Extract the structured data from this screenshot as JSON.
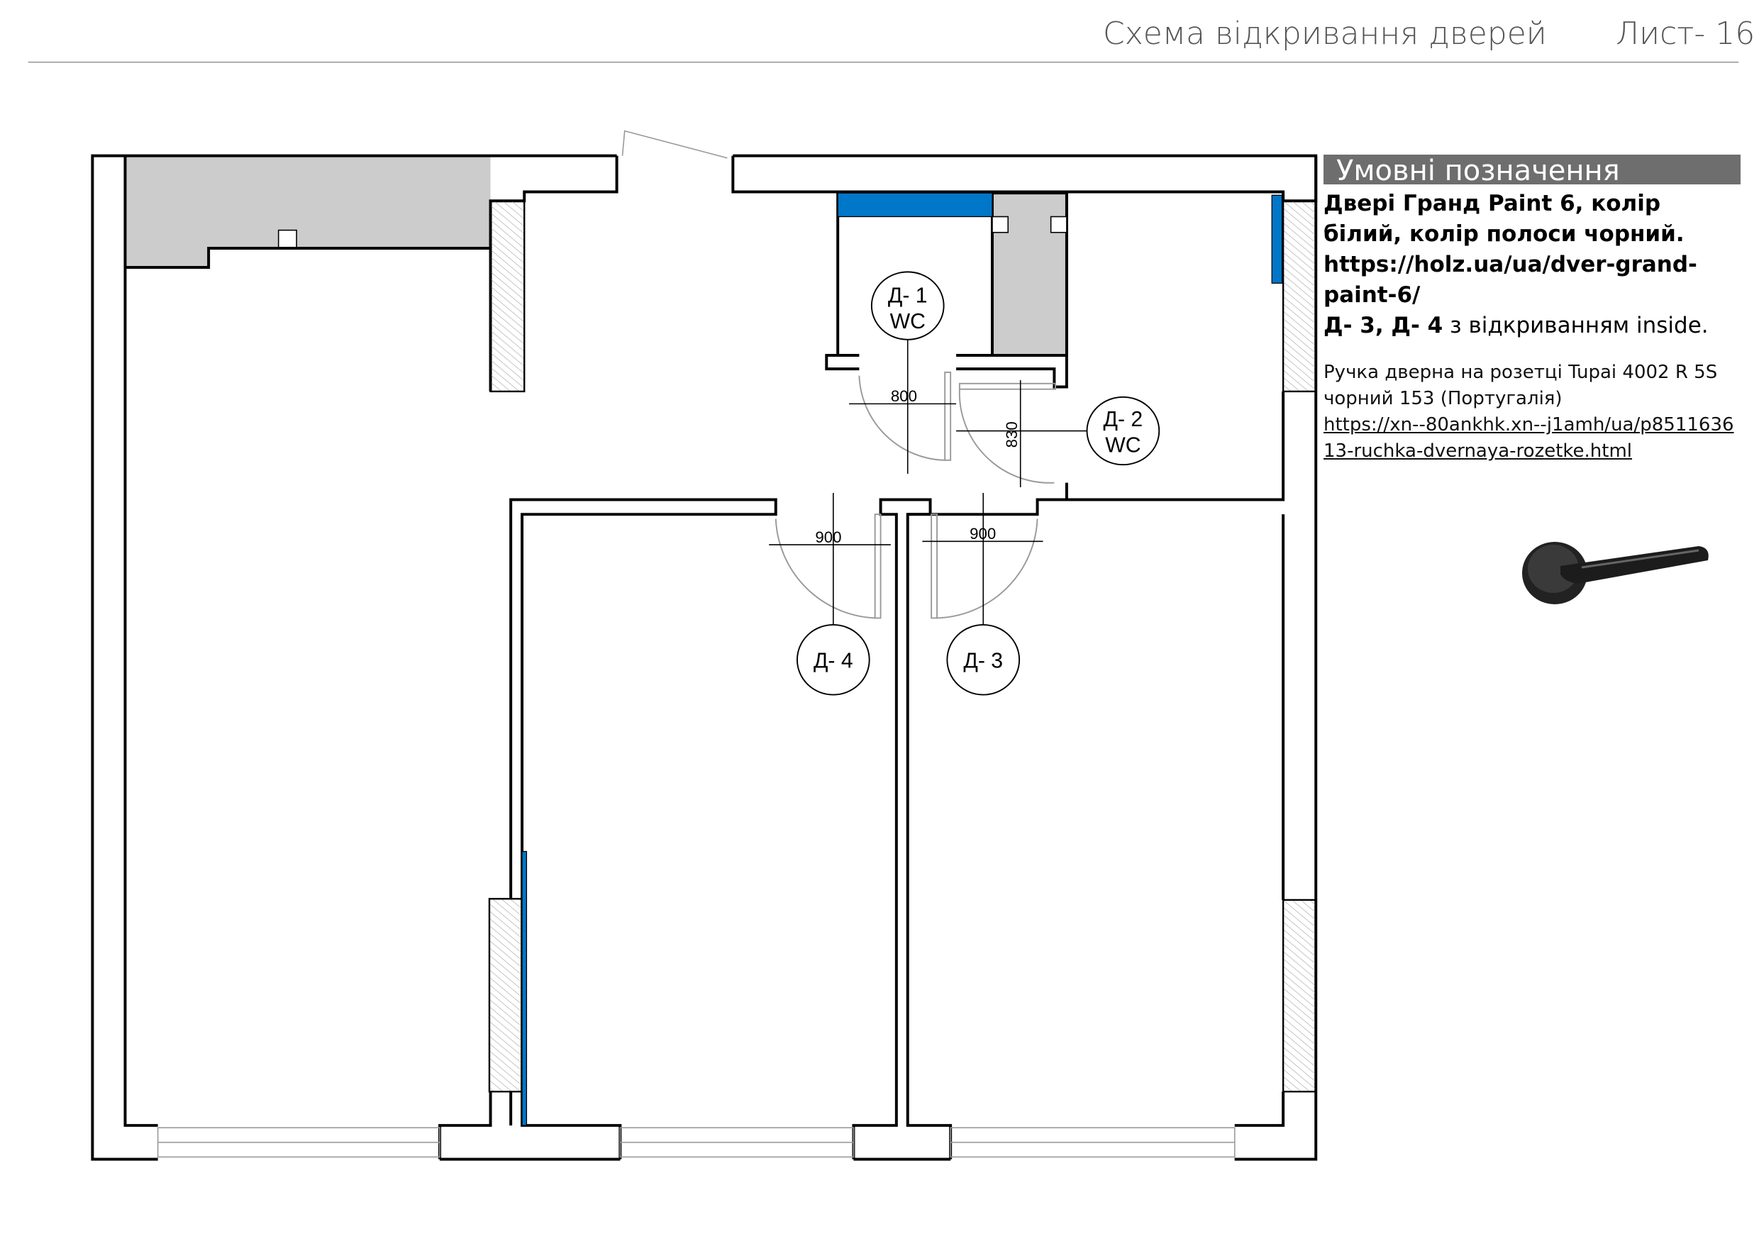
{
  "header": {
    "title": "Схема відкривання дверей",
    "sheet": "Лист- 16"
  },
  "doors": [
    {
      "id": "Д- 1",
      "room": "WC",
      "width": "800"
    },
    {
      "id": "Д- 2",
      "room": "WC",
      "width": "830"
    },
    {
      "id": "Д- 3",
      "width": "900"
    },
    {
      "id": "Д- 4",
      "width": "900"
    }
  ],
  "legend": {
    "title": "Умовні позначення",
    "door_desc": "Двері Гранд Paint 6, колір білий, колір полоси чорний.",
    "door_link": "https://holz.ua/ua/dver-grand-paint-6/",
    "opening_bold": "Д- 3, Д- 4",
    "opening_text": " з відкриванням inside.",
    "handle_desc": "Ручка дверна на розетці Tupai 4002 R 5S чорний 153 (Португалія)",
    "handle_link": "https://xn--80ankhk.xn--j1amh/ua/p851163613-ruchka-dvernaya-rozetke.html"
  },
  "colors": {
    "blue": "#0077c8",
    "gray": "#cccccc",
    "legend_bg": "#6e6e6e"
  }
}
